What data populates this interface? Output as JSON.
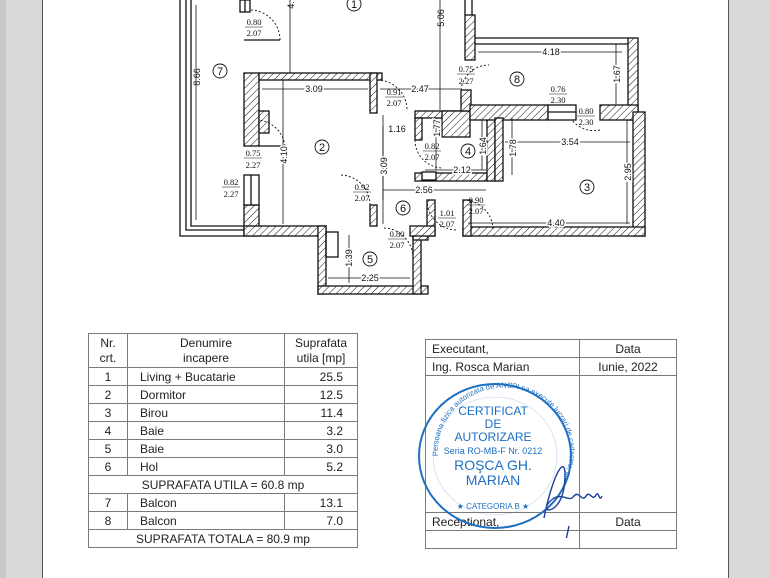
{
  "floor_plan": {
    "rooms": [
      {
        "id": "1",
        "label": "1"
      },
      {
        "id": "2",
        "label": "2"
      },
      {
        "id": "3",
        "label": "3"
      },
      {
        "id": "4",
        "label": "4"
      },
      {
        "id": "5",
        "label": "5"
      },
      {
        "id": "6",
        "label": "6"
      },
      {
        "id": "7",
        "label": "7"
      },
      {
        "id": "8",
        "label": "8"
      }
    ],
    "dimensions": {
      "d_8_66": "8.66",
      "d_4_top": "4.",
      "d_5_06": "5.06",
      "d_4_18": "4.18",
      "d_1_67": "1.67",
      "d_3_09_h": "3.09",
      "d_2_47": "2.47",
      "d_1_16": "1.16",
      "d_1_77": "1.77",
      "d_1_64": "1.64",
      "d_1_78": "1.78",
      "d_3_54": "3.54",
      "d_2_95": "2.95",
      "d_4_10": "4.10",
      "d_3_09_v": "3.09",
      "d_2_12": "2.12",
      "d_2_56": "2.56",
      "d_4_40": "4.40",
      "d_1_39": "1.39",
      "d_2_25": "2.25"
    },
    "openings": [
      {
        "w": "0.80",
        "h": "2.07"
      },
      {
        "w": "0.75",
        "h": "2.27"
      },
      {
        "w": "0.91",
        "h": "2.07"
      },
      {
        "w": "0.76",
        "h": "2.30"
      },
      {
        "w": "0.80",
        "h": "2.30"
      },
      {
        "w": "0.75",
        "h": "2.27"
      },
      {
        "w": "0.82",
        "h": "2.27"
      },
      {
        "w": "0.82",
        "h": "2.07"
      },
      {
        "w": "0.92",
        "h": "2.07"
      },
      {
        "w": "0.90",
        "h": "2.07"
      },
      {
        "w": "1.01",
        "h": "2.07"
      },
      {
        "w": "0.80",
        "h": "2.07"
      }
    ]
  },
  "room_table": {
    "headers": {
      "nr_line1": "Nr.",
      "nr_line2": "crt.",
      "name_line1": "Denumire",
      "name_line2": "incapere",
      "area_line1": "Suprafata",
      "area_line2": "utila [mp]"
    },
    "rows": [
      {
        "nr": "1",
        "name": "Living + Bucatarie",
        "area": "25.5"
      },
      {
        "nr": "2",
        "name": "Dormitor",
        "area": "12.5"
      },
      {
        "nr": "3",
        "name": "Birou",
        "area": "11.4"
      },
      {
        "nr": "4",
        "name": "Baie",
        "area": "3.2"
      },
      {
        "nr": "5",
        "name": "Baie",
        "area": "3.0"
      },
      {
        "nr": "6",
        "name": "Hol",
        "area": "5.2"
      }
    ],
    "subtotal": "SUPRAFATA UTILA = 60.8 mp",
    "balcony_rows": [
      {
        "nr": "7",
        "name": "Balcon",
        "area": "13.1"
      },
      {
        "nr": "8",
        "name": "Balcon",
        "area": "7.0"
      }
    ],
    "total": "SUPRAFATA TOTALA = 80.9 mp"
  },
  "signature_table": {
    "executant_label": "Executant,",
    "executant_date_label": "Data",
    "executant_name": "Ing. Rosca Marian",
    "executant_date": "Iunie, 2022",
    "receptionat_label": "Receptionat,",
    "receptionat_date_label": "Data"
  },
  "stamp": {
    "color": "#1e6fc2",
    "ring_text": "Persoana fizica autorizata de ANCPI sa execute lucrari de cadastru, geodezie si cartografie",
    "line1": "CERTIFICAT",
    "line2": "DE",
    "line3": "AUTORIZARE",
    "line4": "Seria RO-MB-F Nr. 0212",
    "line5": "ROŞCA GH.",
    "line6": "MARIAN",
    "category": "★ CATEGORIA B ★"
  }
}
